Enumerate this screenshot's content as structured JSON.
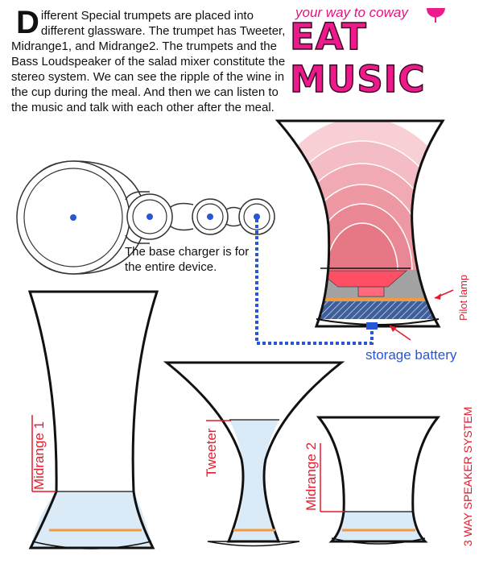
{
  "intro": {
    "drop_cap": "D",
    "text": "ifferent Special trumpets are placed into different glassware. The trumpet has Tweeter, Midrange1, and Midrange2. The trumpets and the Bass Loudspeaker of the salad mixer constitute the stereo system. We can see the ripple of the wine in the cup during the meal.      And then we can listen to the music and talk with each other after the meal."
  },
  "branding": {
    "tagline": "your way to coway",
    "logo": "EAT MUSIC"
  },
  "charger": {
    "caption": "The base charger is for the entire device."
  },
  "labels": {
    "pilot_lamp": "Pilot lamp",
    "storage_battery": "storage battery",
    "midrange1": "Midrange 1",
    "tweeter": "Tweeter",
    "midrange2": "Midrange 2",
    "system": "3 WAY SPEAKER SYSTEM"
  },
  "colors": {
    "brand_pink": "#ee1a8c",
    "label_red": "#e8192c",
    "battery_blue": "#2757d6",
    "orange_band": "#f29a3c",
    "liquid_blue": "#dbeaf7"
  }
}
